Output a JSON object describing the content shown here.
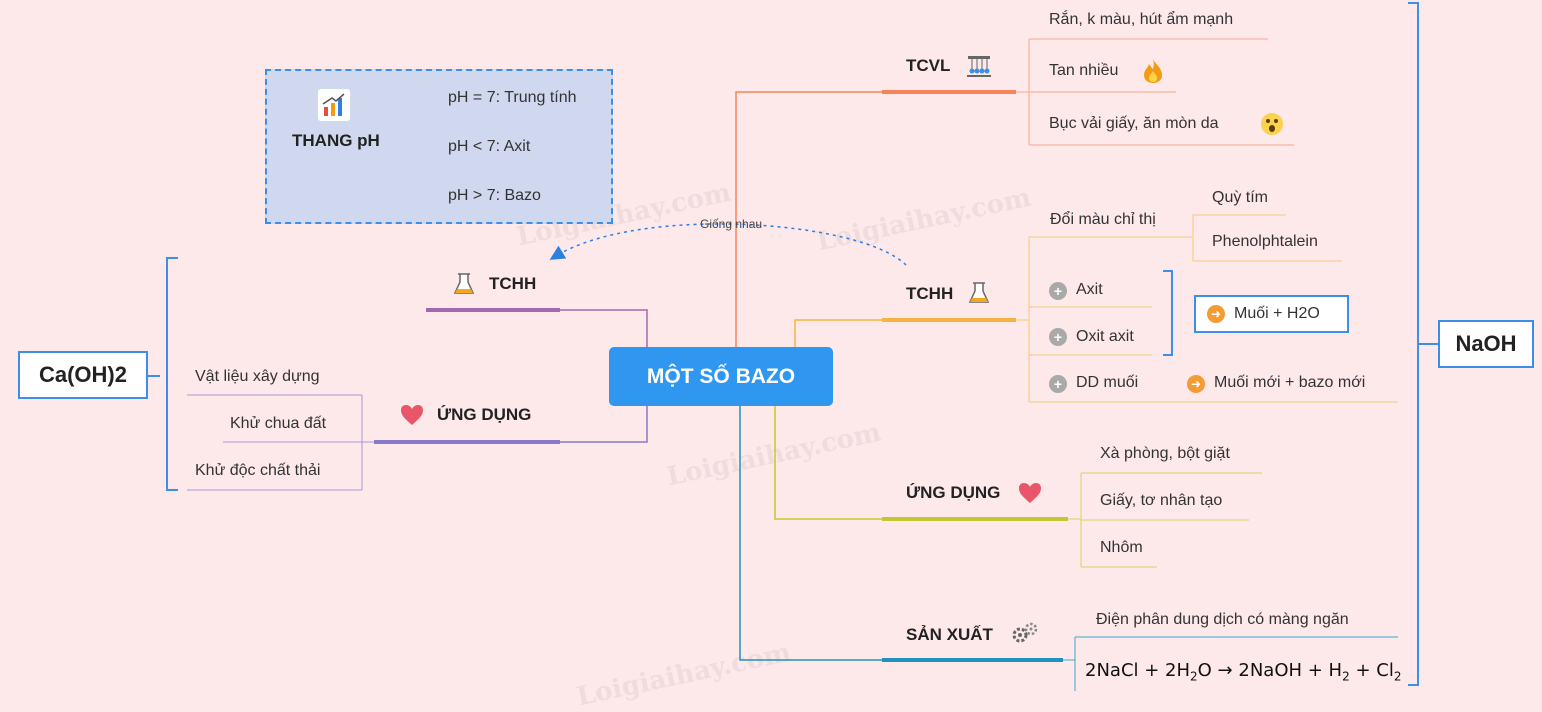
{
  "center": "MỘT SỐ BAZO",
  "ph_scale": {
    "title": "THANG pH",
    "items": [
      "pH = 7: Trung tính",
      "pH < 7: Axit",
      "pH > 7: Bazo"
    ]
  },
  "similar_label": "Giống nhau",
  "caoh2": {
    "name": "Ca(OH)2",
    "tchh": "TCHH",
    "uses_title": "ỨNG DỤNG",
    "uses": [
      "Vật liệu xây dựng",
      "Khử chua đất",
      "Khử độc chất thải"
    ]
  },
  "naoh": {
    "name": "NaOH",
    "tcvl": {
      "title": "TCVL",
      "items": [
        "Rắn, k màu, hút ẩm mạnh",
        "Tan nhiều",
        "Bục vải giấy, ăn mòn da"
      ]
    },
    "tchh": {
      "title": "TCHH",
      "indicator": "Đổi màu chỉ thị",
      "indicators": [
        "Quỳ tím",
        "Phenolphtalein"
      ],
      "acid": "Axit",
      "acid_oxide": "Oxit axit",
      "acid_result": "Muối + H2O",
      "salt": "DD muối",
      "salt_result": "Muối mới + bazo mới"
    },
    "uses": {
      "title": "ỨNG DỤNG",
      "items": [
        "Xà phòng, bột giặt",
        "Giấy, tơ nhân tạo",
        "Nhôm"
      ]
    },
    "production": {
      "title": "SẢN XUẤT",
      "method": "Điện phân dung dịch có màng ngăn",
      "formula": {
        "p1": "2NaCl + 2H",
        "s1": "2",
        "p2": "O → 2NaOH + H",
        "s2": "2",
        "p3": " + Cl",
        "s3": "2"
      }
    }
  },
  "watermark": "Loigiaihay.com",
  "colors": {
    "background": "#fde8ea",
    "center": "#2f97f0",
    "tcvl": "#f6845a",
    "tchh_right": "#f5b441",
    "uses_right": "#c4c733",
    "production": "#1f92bd",
    "tchh_left": "#a468ad",
    "uses_left": "#8878c8",
    "bracket": "#3b8fe8"
  }
}
